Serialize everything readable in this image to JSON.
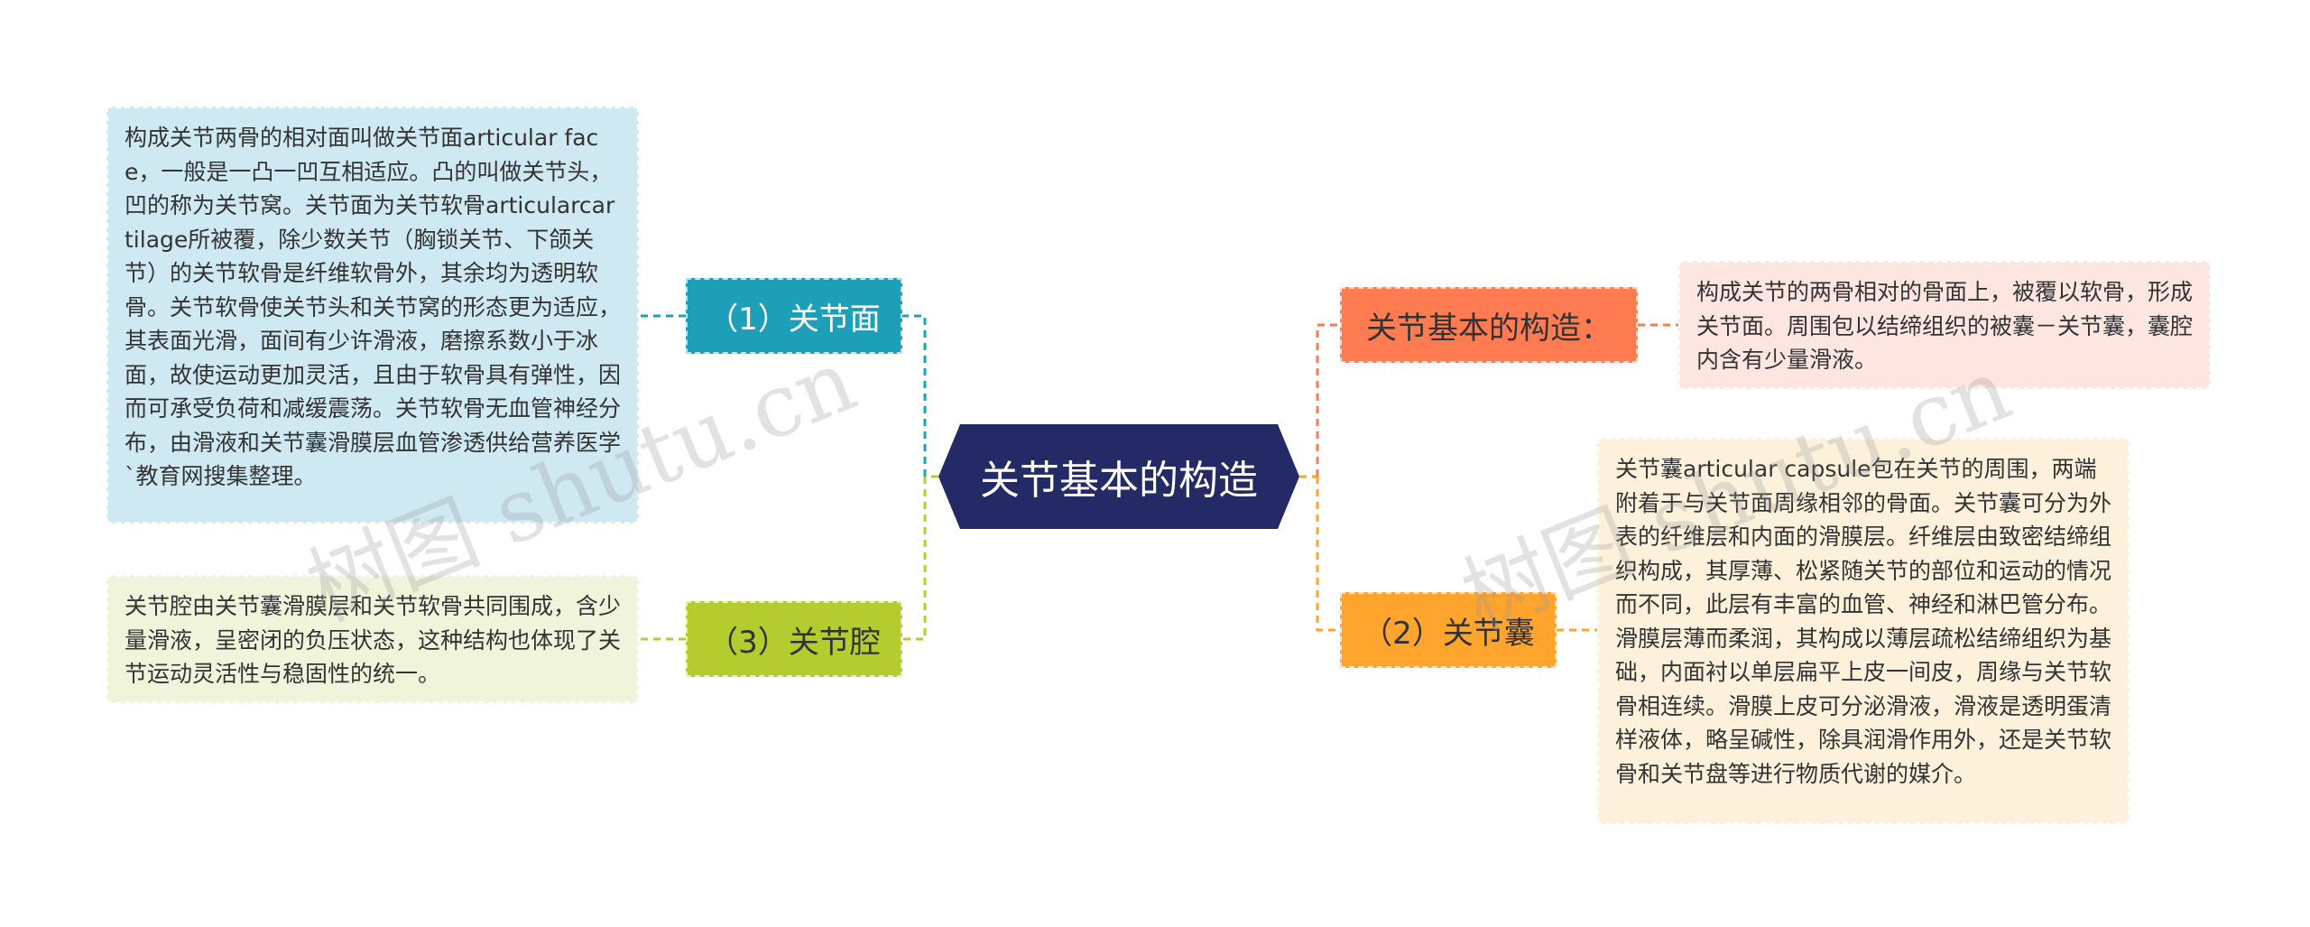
{
  "center": {
    "label": "关节基本的构造"
  },
  "branches": {
    "articular_surface": {
      "label": "（1）关节面",
      "color": "#1da0b7"
    },
    "articular_cavity": {
      "label": "（3）关节腔",
      "color": "#b5cc2f"
    },
    "basic_structure": {
      "label": "关节基本的构造：",
      "color": "#ff7b52"
    },
    "articular_capsule": {
      "label": "（2）关节囊",
      "color": "#ffa42d"
    }
  },
  "details": {
    "articular_surface": "构成关节两骨的相对面叫做关节面articular face，一般是一凸一凹互相适应。凸的叫做关节头，凹的称为关节窝。关节面为关节软骨articularcartilage所被覆，除少数关节（胸锁关节、下颌关节）的关节软骨是纤维软骨外，其余均为透明软骨。关节软骨使关节头和关节窝的形态更为适应，其表面光滑，面间有少许滑液，磨擦系数小于冰面，故使运动更加灵活，且由于软骨具有弹性，因而可承受负荷和减缓震荡。关节软骨无血管神经分布，由滑液和关节囊滑膜层血管渗透供给营养医学`教育网搜集整理。",
    "articular_cavity": "关节腔由关节囊滑膜层和关节软骨共同围成，含少量滑液，呈密闭的负压状态，这种结构也体现了关节运动灵活性与稳固性的统一。",
    "basic_structure": "构成关节的两骨相对的骨面上，被覆以软骨，形成关节面。周围包以结缔组织的被囊－关节囊，囊腔内含有少量滑液。",
    "articular_capsule": "关节囊articular capsule包在关节的周围，两端附着于与关节面周缘相邻的骨面。关节囊可分为外表的纤维层和内面的滑膜层。纤维层由致密结缔组织构成，其厚薄、松紧随关节的部位和运动的情况而不同，此层有丰富的血管、神经和淋巴管分布。滑膜层薄而柔润，其构成以薄层疏松结缔组织为基础，内面衬以单层扁平上皮一间皮，周缘与关节软骨相连续。滑膜上皮可分泌滑液，滑液是透明蛋清样液体，略呈碱性，除具润滑作用外，还是关节软骨和关节盘等进行物质代谢的媒介。"
  },
  "watermark": "树图 shutu.cn"
}
